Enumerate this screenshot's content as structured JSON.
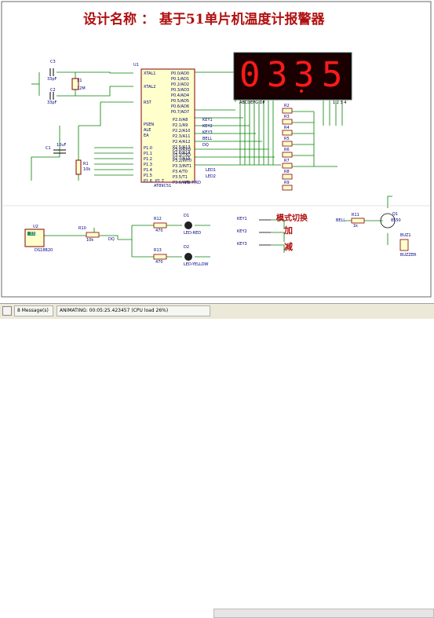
{
  "title": "设计名称 ： 基于51单片机温度计报警器",
  "display": {
    "digits": [
      "0",
      "3",
      "3",
      "5"
    ],
    "decimal_after_index": 2,
    "label_segments": "ABCDEFG DP",
    "label_digits": "1 2 3 4"
  },
  "components": {
    "c3": "C3",
    "c3_val": "33pF",
    "c2": "C2",
    "c2_val": "33pF",
    "x1": "X1",
    "x1_val": "12M",
    "c1": "C1",
    "c1_val": "10uF",
    "r1": "R1",
    "r1_val": "10k",
    "u1": "U1",
    "u1_part": "AT89C51",
    "r2": "R2",
    "r3": "R3",
    "r4": "R4",
    "r5": "R5",
    "r6": "R6",
    "r7": "R7",
    "r8": "R8",
    "r9": "R9",
    "r12": "R12",
    "r12_val": "470",
    "r13": "R13",
    "r13_val": "470",
    "d1": "D1",
    "d1_val": "LED-RED",
    "d2": "D2",
    "d2_val": "LED-YELLOW",
    "u2": "U2",
    "u2_part": "DS18B20",
    "u2_temp": "33.5",
    "r10": "R10",
    "r10_val": "10k",
    "r11": "R11",
    "r11_val": "1k",
    "q1": "Q1",
    "q1_val": "8550",
    "buz1": "BUZ1",
    "buz1_val": "BUZZER",
    "key1": "KEY1",
    "key2": "KEY2",
    "key3": "KEY3",
    "bell": "BELL",
    "led1": "LED1",
    "led2": "LED2",
    "dq": "DQ"
  },
  "labels_cn": {
    "mode": "模式切换",
    "plus": "加",
    "minus": "减"
  },
  "u1_pins_left": [
    "XTAL1",
    "XTAL2",
    "RST",
    "PSEN",
    "ALE",
    "EA",
    "P1.0",
    "P1.1",
    "P1.2",
    "P1.3",
    "P1.4",
    "P1.5",
    "P1.6",
    "P1.7"
  ],
  "u1_pins_right": [
    "P0.0/AD0",
    "P0.1/AD1",
    "P0.2/AD2",
    "P0.3/AD3",
    "P0.4/AD4",
    "P0.5/AD5",
    "P0.6/AD6",
    "P0.7/AD7",
    "P2.0/A8",
    "P2.1/A9",
    "P2.2/A10",
    "P2.3/A11",
    "P2.4/A12",
    "P2.5/A13",
    "P2.6/A14",
    "P2.7/A15",
    "P3.0/RXD",
    "P3.1/TXD",
    "P3.2/INT0",
    "P3.3/INT1",
    "P3.4/T0",
    "P3.5/T1",
    "P3.6/WR",
    "P3.7/RD"
  ],
  "status": {
    "messages": "8 Message(s)",
    "animating": "ANIMATING: 00:05:25.423457 (CPU load 26%)"
  },
  "colors": {
    "wire": "#008000",
    "body": "#ffffcc",
    "outline": "#800000",
    "segment": "#ff1a1a",
    "title": "#b01010"
  }
}
